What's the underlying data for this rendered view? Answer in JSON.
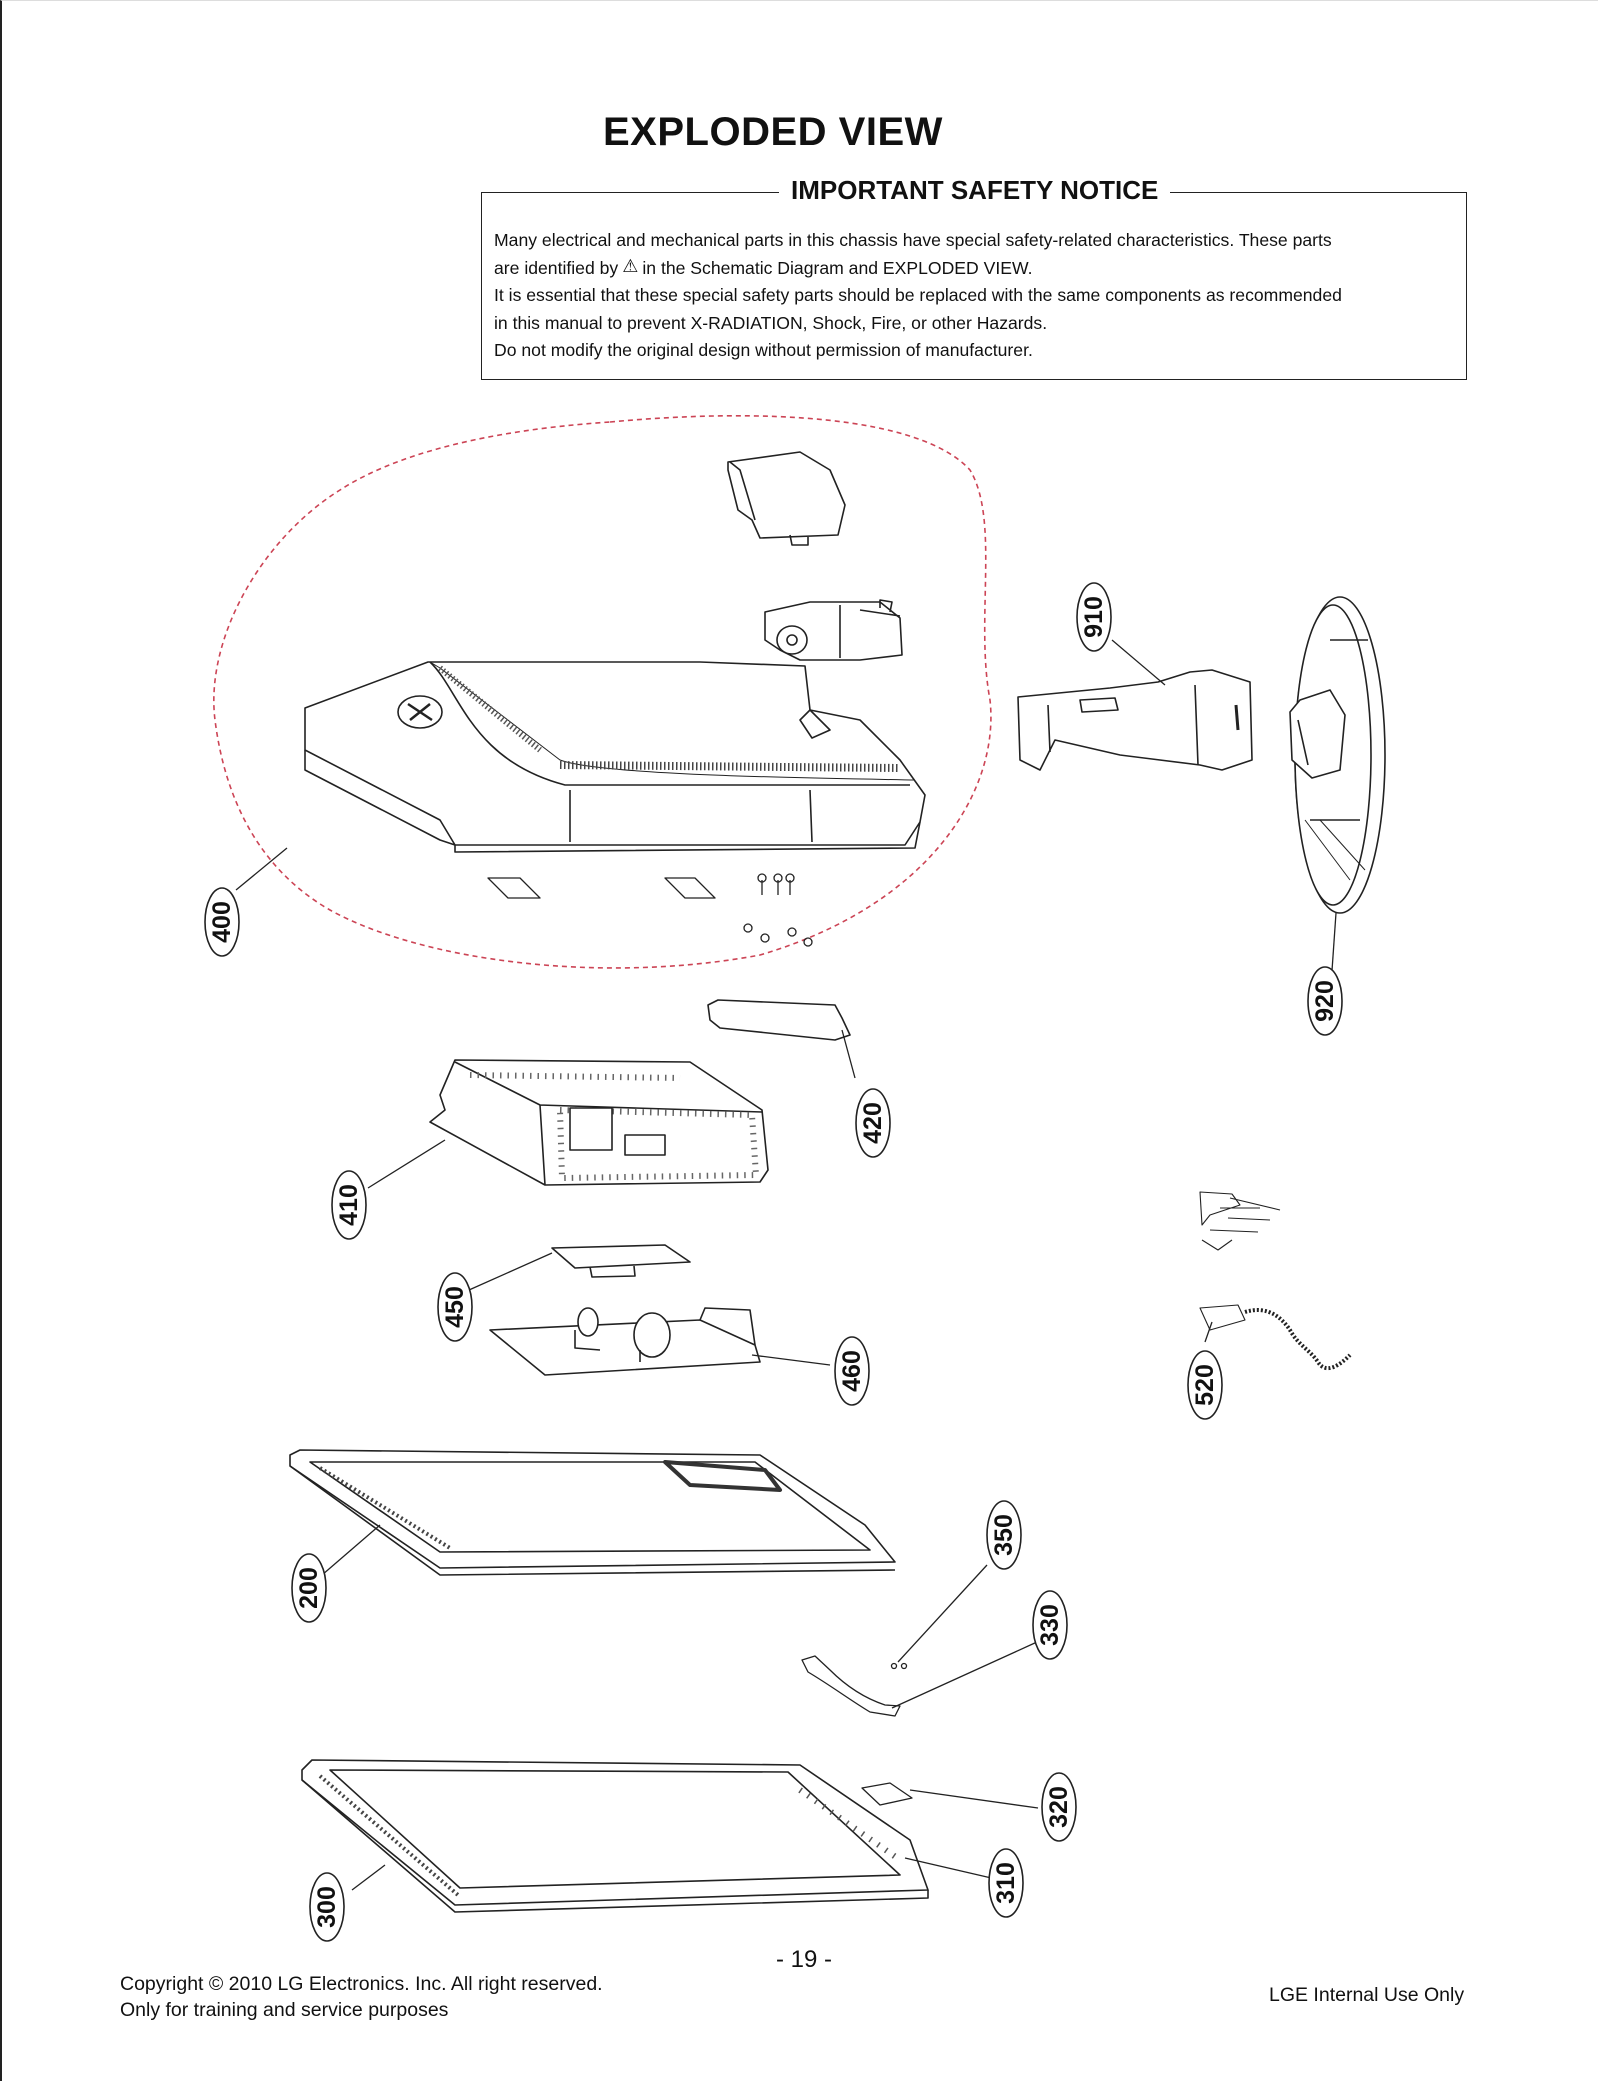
{
  "title": "EXPLODED VIEW",
  "notice": {
    "heading": "IMPORTANT SAFETY NOTICE",
    "line1": "Many electrical and mechanical parts in this chassis have special safety-related characteristics. These parts",
    "line2_before": "are identified by",
    "line2_icon": "warning-triangle-icon",
    "line2_after": "in the Schematic Diagram and EXPLODED VIEW.",
    "line3": "It is essential that these special safety parts should be replaced with the same components as recommended",
    "line4": "in this manual to prevent X-RADIATION, Shock, Fire, or other Hazards.",
    "line5": "Do not modify the original design without permission of manufacturer."
  },
  "parts": {
    "p400": "400",
    "p910": "910",
    "p920": "920",
    "p420": "420",
    "p410": "410",
    "p450": "450",
    "p460": "460",
    "p520": "520",
    "p200": "200",
    "p350": "350",
    "p330": "330",
    "p320": "320",
    "p310": "310",
    "p300": "300"
  },
  "footer": {
    "copyright": "Copyright © 2010 LG Electronics. Inc. All right reserved.",
    "training": "Only for training and service purposes",
    "page": "- 19 -",
    "internal": "LGE Internal Use Only"
  },
  "colors": {
    "outline": "#222222",
    "dashed_group": "#cc4455",
    "callout_fill": "#ffffff"
  }
}
